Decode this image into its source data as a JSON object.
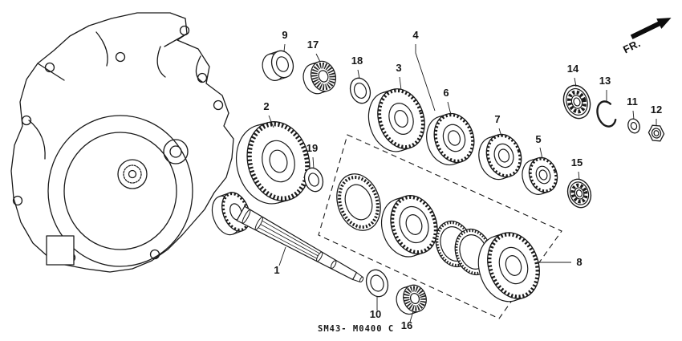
{
  "figure": {
    "fr_label": "FR.",
    "diagram_code": "SM43- M0400 C"
  },
  "callouts": [
    {
      "label": "1"
    },
    {
      "label": "2"
    },
    {
      "label": "3"
    },
    {
      "label": "4"
    },
    {
      "label": "5"
    },
    {
      "label": "6"
    },
    {
      "label": "7"
    },
    {
      "label": "8"
    },
    {
      "label": "9"
    },
    {
      "label": "10"
    },
    {
      "label": "11"
    },
    {
      "label": "12"
    },
    {
      "label": "13"
    },
    {
      "label": "14"
    },
    {
      "label": "15"
    },
    {
      "label": "16"
    },
    {
      "label": "17"
    },
    {
      "label": "18"
    },
    {
      "label": "19"
    }
  ]
}
